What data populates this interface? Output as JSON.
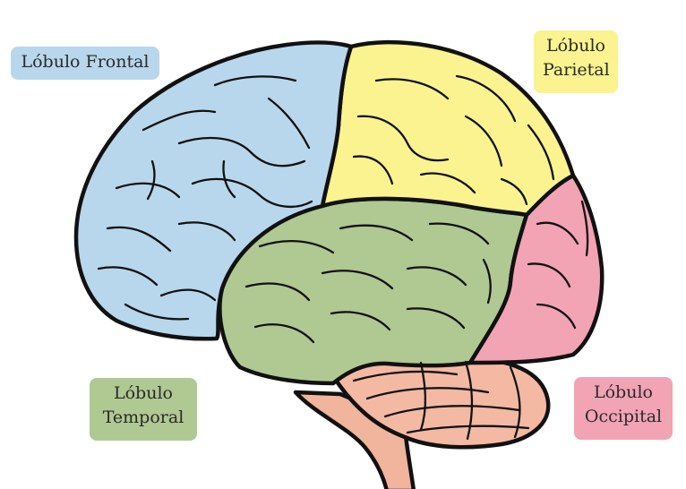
{
  "colors": {
    "frontal": "#b8d7ec",
    "parietal": "#faf38f",
    "temporal": "#b0c892",
    "occipital": "#f2a3b4",
    "cerebellum": "#f3b9a2",
    "brainstem": "#f1b49c",
    "outline": "#111111"
  },
  "labels": {
    "frontal": {
      "line1": "Lóbulo Frontal"
    },
    "parietal": {
      "line1": "Lóbulo",
      "line2": "Parietal"
    },
    "temporal": {
      "line1": "Lóbulo",
      "line2": "Temporal"
    },
    "occipital": {
      "line1": "Lóbulo",
      "line2": "Occipital"
    }
  }
}
